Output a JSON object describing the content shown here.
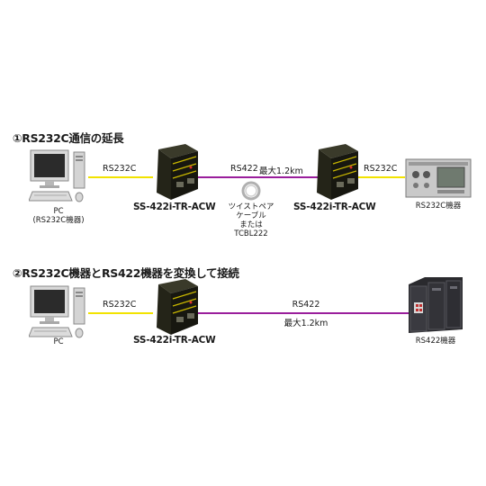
{
  "section1": {
    "title": "①RS232C通信の延長",
    "pc_label": "PC",
    "pc_sublabel": "(RS232C機器)",
    "link_left": "RS232C",
    "link_mid": "RS422",
    "link_mid_max": "最大1.2km",
    "link_right": "RS232C",
    "device_left": "SS-422i-TR-ACW",
    "device_right": "SS-422i-TR-ACW",
    "cable_note": [
      "ツイストペア",
      "ケーブル",
      "または",
      "TCBL222"
    ],
    "equipment_label": "RS232C機器"
  },
  "section2": {
    "title": "②RS232C機器とRS422機器を変換して接続",
    "pc_label": "PC",
    "link_left": "RS232C",
    "link_mid": "RS422",
    "link_mid_max": "最大1.2km",
    "device": "SS-422i-TR-ACW",
    "equipment_label": "RS422機器"
  },
  "colors": {
    "rs232c_line": "#f2e300",
    "rs422_line": "#9a1e9c"
  }
}
